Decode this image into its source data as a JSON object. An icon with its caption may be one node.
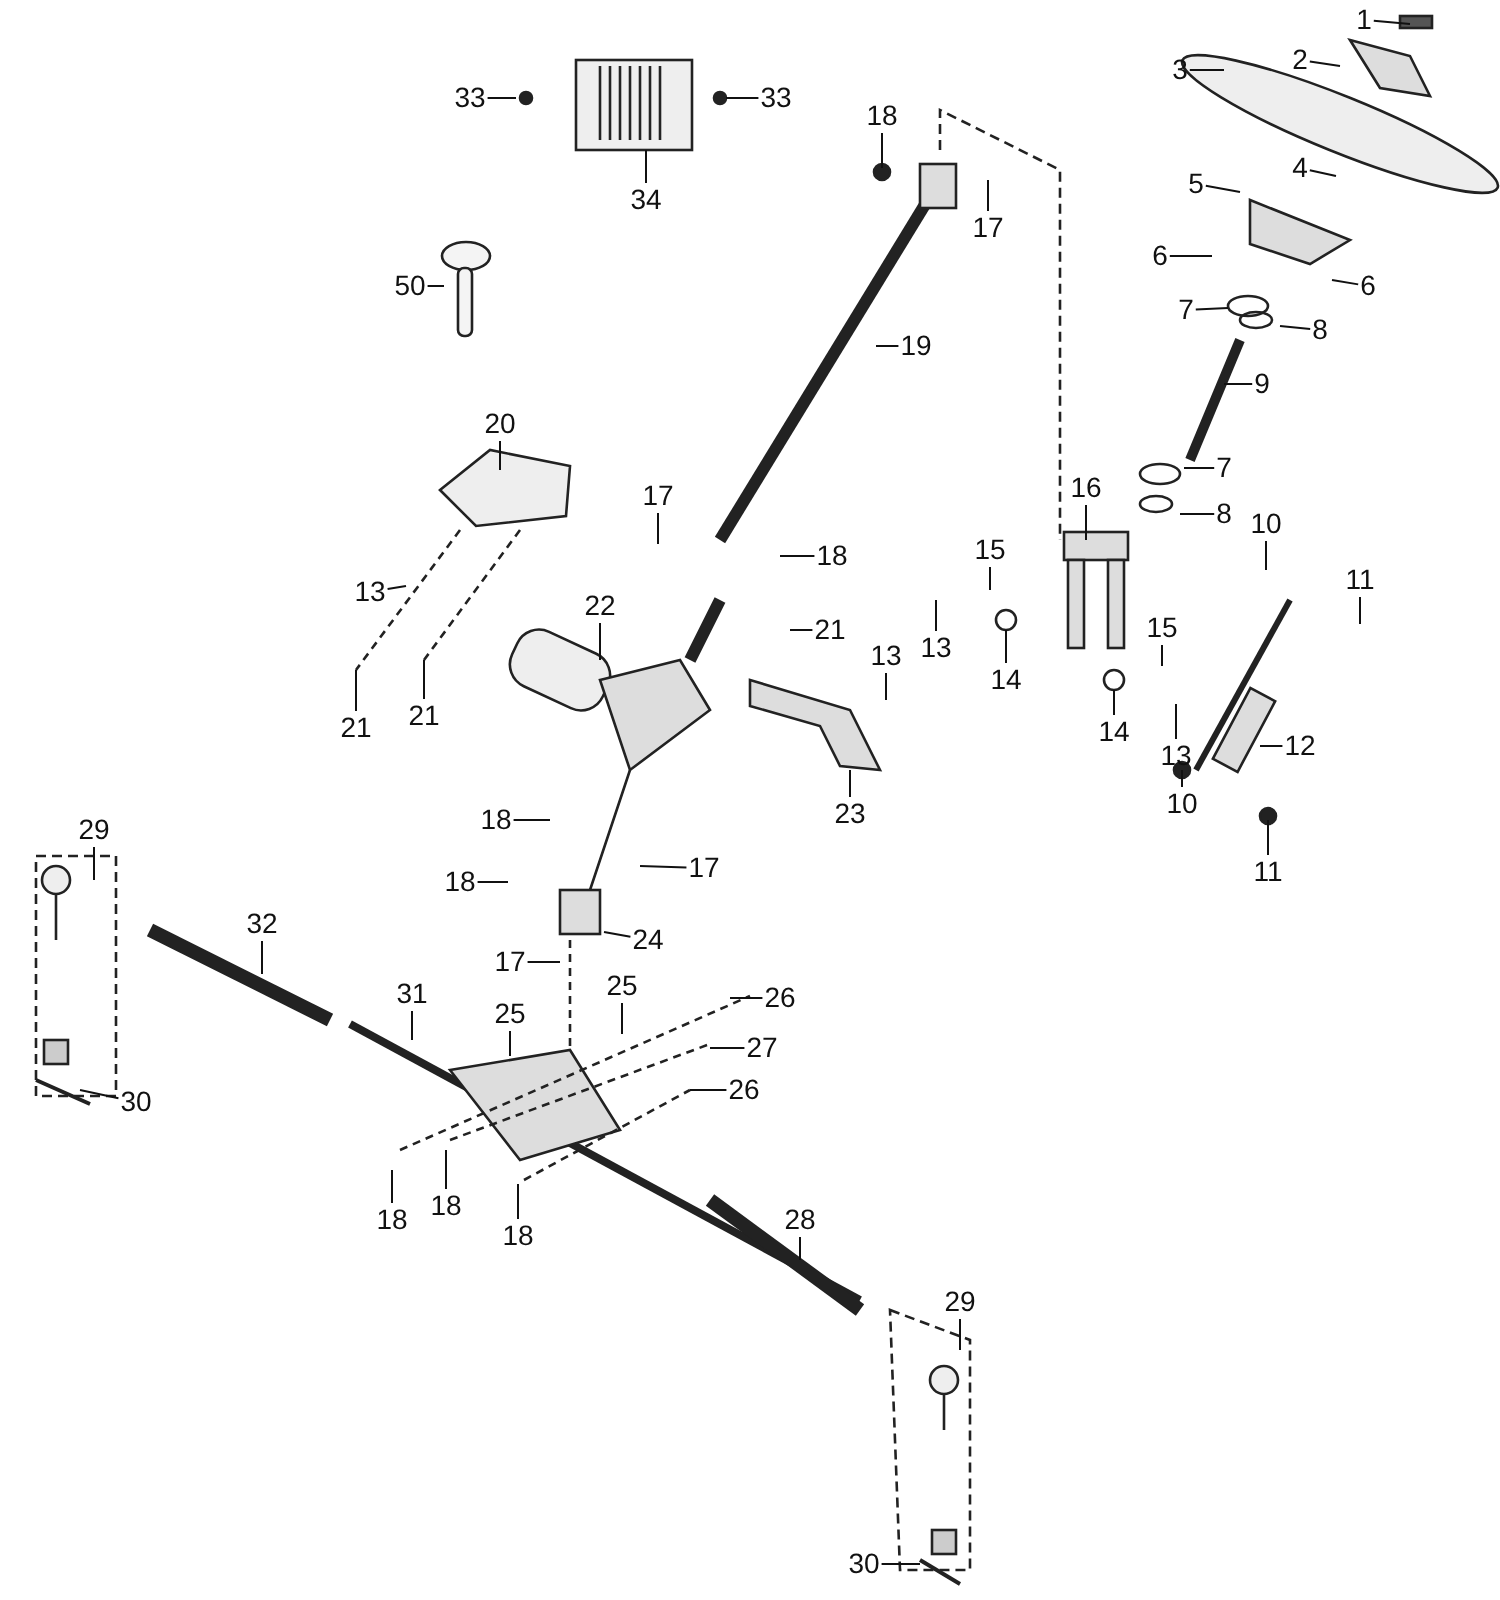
{
  "diagram": {
    "nodes": [
      {
        "text": [
          "1"
        ]
      },
      {
        "text": [
          "2"
        ]
      },
      {
        "text": [
          "3"
        ]
      },
      {
        "text": [
          "4"
        ]
      },
      {
        "text": [
          "5"
        ]
      },
      {
        "text": [
          "6"
        ]
      },
      {
        "text": [
          "6"
        ]
      },
      {
        "text": [
          "7"
        ]
      },
      {
        "text": [
          "8"
        ]
      },
      {
        "text": [
          "9"
        ]
      },
      {
        "text": [
          "7"
        ]
      },
      {
        "text": [
          "8"
        ]
      },
      {
        "text": [
          "10"
        ]
      },
      {
        "text": [
          "11"
        ]
      },
      {
        "text": [
          "12"
        ]
      },
      {
        "text": [
          "10"
        ]
      },
      {
        "text": [
          "11"
        ]
      },
      {
        "text": [
          "13"
        ]
      },
      {
        "text": [
          "14"
        ]
      },
      {
        "text": [
          "15"
        ]
      },
      {
        "text": [
          "16"
        ]
      },
      {
        "text": [
          "15"
        ]
      },
      {
        "text": [
          "14"
        ]
      },
      {
        "text": [
          "13"
        ]
      },
      {
        "text": [
          "18"
        ]
      },
      {
        "text": [
          "17"
        ]
      },
      {
        "text": [
          "19"
        ]
      },
      {
        "text": [
          "17"
        ]
      },
      {
        "text": [
          "18"
        ]
      },
      {
        "text": [
          "20"
        ]
      },
      {
        "text": [
          "13"
        ]
      },
      {
        "text": [
          "21"
        ]
      },
      {
        "text": [
          "21"
        ]
      },
      {
        "text": [
          "22"
        ]
      },
      {
        "text": [
          "21"
        ]
      },
      {
        "text": [
          "13"
        ]
      },
      {
        "text": [
          "23"
        ]
      },
      {
        "text": [
          "18"
        ]
      },
      {
        "text": [
          "18"
        ]
      },
      {
        "text": [
          "17"
        ]
      },
      {
        "text": [
          "24"
        ]
      },
      {
        "text": [
          "17"
        ]
      },
      {
        "text": [
          "25"
        ]
      },
      {
        "text": [
          "25"
        ]
      },
      {
        "text": [
          "26"
        ]
      },
      {
        "text": [
          "27"
        ]
      },
      {
        "text": [
          "26"
        ]
      },
      {
        "text": [
          "31"
        ]
      },
      {
        "text": [
          "32"
        ]
      },
      {
        "text": [
          "29"
        ]
      },
      {
        "text": [
          "30"
        ]
      },
      {
        "text": [
          "18"
        ]
      },
      {
        "text": [
          "18"
        ]
      },
      {
        "text": [
          "18"
        ]
      },
      {
        "text": [
          "28"
        ]
      },
      {
        "text": [
          "29"
        ]
      },
      {
        "text": [
          "30"
        ]
      },
      {
        "text": [
          "33"
        ]
      },
      {
        "text": [
          "33"
        ]
      },
      {
        "text": [
          "34"
        ]
      },
      {
        "text": [
          "50"
        ]
      }
    ],
    "edges": [
      {
        "from": 0,
        "to": null,
        "arrow": "none"
      },
      {
        "from": 1,
        "to": null,
        "arrow": "none"
      },
      {
        "from": 2,
        "to": null,
        "arrow": "none"
      },
      {
        "from": 3,
        "to": null,
        "arrow": "none"
      },
      {
        "from": 4,
        "to": null,
        "arrow": "none"
      },
      {
        "from": 5,
        "to": null,
        "arrow": "none"
      },
      {
        "from": 6,
        "to": null,
        "arrow": "none"
      },
      {
        "from": 7,
        "to": null,
        "arrow": "none"
      },
      {
        "from": 8,
        "to": null,
        "arrow": "none"
      },
      {
        "from": 9,
        "to": null,
        "arrow": "none"
      },
      {
        "from": 10,
        "to": null,
        "arrow": "none"
      },
      {
        "from": 11,
        "to": null,
        "arrow": "none"
      },
      {
        "from": 12,
        "to": null,
        "arrow": "none"
      },
      {
        "from": 13,
        "to": null,
        "arrow": "none"
      },
      {
        "from": 14,
        "to": null,
        "arrow": "none"
      },
      {
        "from": 15,
        "to": null,
        "arrow": "none"
      },
      {
        "from": 16,
        "to": null,
        "arrow": "none"
      },
      {
        "from": 17,
        "to": null,
        "arrow": "none"
      },
      {
        "from": 18,
        "to": null,
        "arrow": "none"
      },
      {
        "from": 19,
        "to": null,
        "arrow": "none"
      },
      {
        "from": 20,
        "to": null,
        "arrow": "none"
      },
      {
        "from": 21,
        "to": null,
        "arrow": "none"
      },
      {
        "from": 22,
        "to": null,
        "arrow": "none"
      },
      {
        "from": 23,
        "to": null,
        "arrow": "none"
      },
      {
        "from": 24,
        "to": null,
        "arrow": "none"
      },
      {
        "from": 25,
        "to": null,
        "arrow": "none"
      },
      {
        "from": 26,
        "to": null,
        "arrow": "none"
      },
      {
        "from": 27,
        "to": null,
        "arrow": "none"
      },
      {
        "from": 28,
        "to": null,
        "arrow": "none"
      },
      {
        "from": 29,
        "to": null,
        "arrow": "none"
      },
      {
        "from": 30,
        "to": null,
        "arrow": "none"
      },
      {
        "from": 31,
        "to": null,
        "arrow": "none"
      },
      {
        "from": 32,
        "to": null,
        "arrow": "none"
      },
      {
        "from": 33,
        "to": null,
        "arrow": "none"
      },
      {
        "from": 34,
        "to": null,
        "arrow": "none"
      },
      {
        "from": 35,
        "to": null,
        "arrow": "none"
      },
      {
        "from": 36,
        "to": null,
        "arrow": "none"
      },
      {
        "from": 37,
        "to": null,
        "arrow": "none"
      },
      {
        "from": 38,
        "to": null,
        "arrow": "none"
      },
      {
        "from": 39,
        "to": null,
        "arrow": "none"
      },
      {
        "from": 40,
        "to": null,
        "arrow": "none"
      },
      {
        "from": 41,
        "to": null,
        "arrow": "none"
      },
      {
        "from": 42,
        "to": null,
        "arrow": "none"
      },
      {
        "from": 43,
        "to": null,
        "arrow": "none"
      },
      {
        "from": 44,
        "to": null,
        "arrow": "none"
      },
      {
        "from": 45,
        "to": null,
        "arrow": "none"
      },
      {
        "from": 46,
        "to": null,
        "arrow": "none"
      },
      {
        "from": 47,
        "to": null,
        "arrow": "none"
      },
      {
        "from": 48,
        "to": null,
        "arrow": "none"
      },
      {
        "from": 49,
        "to": null,
        "arrow": "none"
      },
      {
        "from": 50,
        "to": null,
        "arrow": "none"
      },
      {
        "from": 51,
        "to": null,
        "arrow": "none"
      },
      {
        "from": 52,
        "to": null,
        "arrow": "none"
      },
      {
        "from": 53,
        "to": null,
        "arrow": "none"
      },
      {
        "from": 54,
        "to": null,
        "arrow": "none"
      },
      {
        "from": 55,
        "to": null,
        "arrow": "none"
      },
      {
        "from": 56,
        "to": null,
        "arrow": "none"
      },
      {
        "from": 57,
        "to": null,
        "arrow": "none"
      },
      {
        "from": 58,
        "to": null,
        "arrow": "none"
      },
      {
        "from": 59,
        "to": null,
        "arrow": "none"
      },
      {
        "from": 60,
        "to": null,
        "arrow": "none"
      }
    ]
  }
}
